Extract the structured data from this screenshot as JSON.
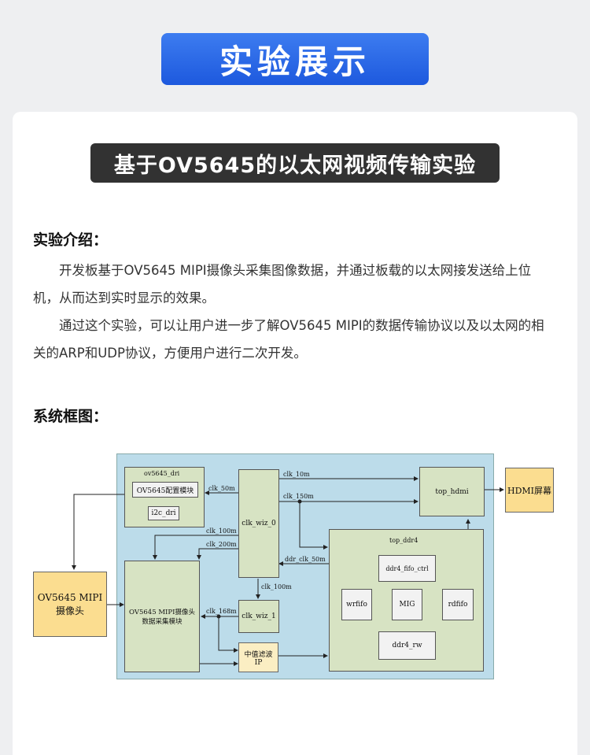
{
  "header": {
    "title": "实验展示"
  },
  "experiment": {
    "title": "基于OV5645的以太网视频传输实验"
  },
  "intro": {
    "heading": "实验介绍：",
    "paragraphs": [
      "开发板基于OV5645 MIPI摄像头采集图像数据，并通过板载的以太网接发送给上位机，从而达到实时显示的效果。",
      "通过这个实验，可以让用户进一步了解OV5645 MIPI的数据传输协议以及以太网的相关的ARP和UDP协议，方便用户进行二次开发。"
    ]
  },
  "diagram": {
    "heading": "系统框图：",
    "blocks": {
      "ov5645_dri": "ov5645_dri",
      "ov5645_cfg": "OV5645配置模块",
      "i2c_dri": "i2c_dri",
      "clk_wiz_0": "clk_wiz_0",
      "clk_wiz_1": "clk_wiz_1",
      "top_hdmi": "top_hdmi",
      "hdmi_screen": "HDMI屏幕",
      "top_ddr4": "top_ddr4",
      "ddr4_fifo_ctrl": "ddr4_fifo_ctrl",
      "wrfifo": "wrfifo",
      "mig": "MIG",
      "rdfifo": "rdfifo",
      "ddr4_rw": "ddr4_rw",
      "camera": "OV5645 MIPI\n摄像头",
      "capture": "OV5645 MIPI摄像头\n数据采集模块",
      "median_filter": "中值滤波\nIP"
    },
    "signals": {
      "clk_50m": "clk_50m",
      "clk_10m": "clk_10m",
      "clk_150m": "clk_150m",
      "clk_100m_a": "clk_100m",
      "clk_200m": "clk_200m",
      "ddr_clk_50m": "ddr_clk_50m",
      "clk_100m_b": "clk_100m",
      "clk_168m": "clk_168m"
    },
    "colors": {
      "background": "#bcdcea",
      "block": "#d7e3c3",
      "external": "#fbdd90"
    }
  }
}
